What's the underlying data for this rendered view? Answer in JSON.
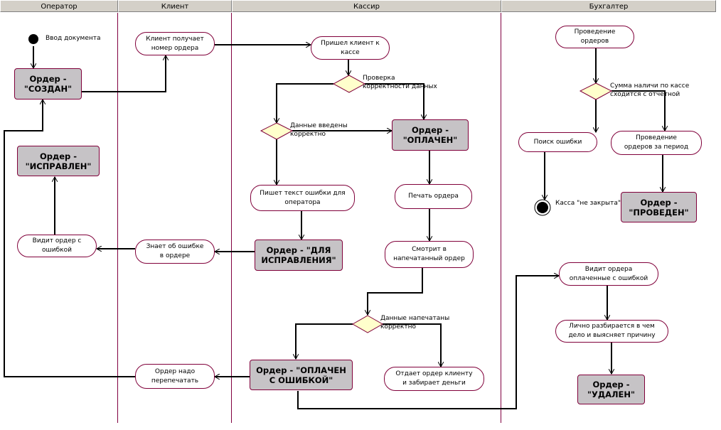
{
  "swimlanes": [
    "Оператор",
    "Клиент",
    "Кассир",
    "Бухгалтер"
  ],
  "activities": {
    "client_gets_number": "Клиент получает\nномер ордера",
    "client_came": "Пришел клиент к\nкассе",
    "write_error_text": "Пишет текст ошибки для\nоператора",
    "print_order": "Печать ордера",
    "looks_printed": "Смотрит в\nнапечатанный ордер",
    "gives_order": "Отдает ордер клиенту\nи забирает деньги",
    "knows_error": "Знает об ошибке\nв ордере",
    "sees_order_error": "Видит ордер с\nошибкой",
    "order_must_reprint": "Ордер надо\nперепечатать",
    "posting_orders": "Проведение\nордеров",
    "search_error": "Поиск ошибки",
    "posting_period": "Проведение\nордеров за период",
    "sees_paid_error": "Видит ордера\nоплаченные с ошибкой",
    "personally_sorts": "Лично разбирается в чем\nдело и выясняет причину"
  },
  "states": {
    "created": "Ордер -\n\"СОЗДАН\"",
    "fixed": "Ордер -\n\"ИСПРАВЛЕН\"",
    "paid": "Ордер -\n\"ОПЛАЧЕН\"",
    "for_fix": "Ордер - \"ДЛЯ\nИСПРАВЛЕНИЯ\"",
    "paid_error": "Ордер - \"ОПЛАЧЕН\nС ОШИБКОЙ\"",
    "posted": "Ордер -\n\"ПРОВЕДЕН\"",
    "deleted": "Ордер -\n\"УДАЛЕН\""
  },
  "labels": {
    "doc_input": "Ввод документа",
    "check_correct": "Проверка\nкорректности данных",
    "data_entered": "Данные введены\nкорректно",
    "cash_sum": "Сумма наличи по кассе\nсходится с отчетной",
    "kassa_not_closed": "Касса \"не закрыта\"",
    "data_printed": "Данные напечатаны\nкорректно"
  }
}
